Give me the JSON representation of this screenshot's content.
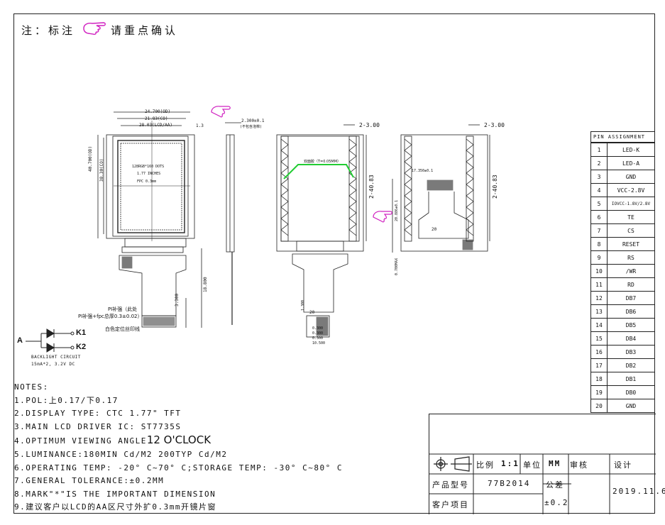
{
  "header": {
    "prefix": "注：标注",
    "suffix": "请重点确认"
  },
  "front_view": {
    "dim_top1": "24.700(OD)",
    "dim_top2": "21.83(CO)",
    "dim_top3": "28.03(LCD/AA)",
    "dim_side": "1.3",
    "left_dim1": "40.700(OD)",
    "left_dim2": "38.30(CO)",
    "inner_line1": "128RGB*160 DOTS",
    "inner_line2": "1.77 INCHES",
    "inner_line3": "FPC 0.3mm",
    "fpc_dim": "18.800",
    "fpc_dim2": "3.300",
    "note_pi": "PI补强（此处",
    "note_pi2": "PI补强+fpc总厚0.3±0.02）",
    "note_white": "白色定位丝印线"
  },
  "side_view": {
    "thickness": "2.300±0.1",
    "thickness_note": "(不包含泡棉)"
  },
  "back_view": {
    "dim": "2-3.00",
    "height": "2-40.83",
    "foam_label": "双面胶（T=0.05MM）",
    "fpc_w": "20",
    "pin_dims": [
      "0.300",
      "0.300",
      "0.300",
      "10.500"
    ],
    "fpc_left": "1.300"
  },
  "back_view2": {
    "dim": "2-3.00",
    "height": "2-40.83",
    "ic_dim": "17.350±0.1",
    "fpc_w": "20",
    "small_dim": "20.886±0.1",
    "bottom_dim": "0.700MAX"
  },
  "backlight": {
    "anode": "A",
    "k1": "K1",
    "k2": "K2",
    "title": "BACKLIGHT CIRCUIT",
    "spec": "15mA*2, 3.2V DC"
  },
  "pin_assignment": {
    "title": "PIN ASSIGNMENT",
    "pins": [
      {
        "n": "1",
        "name": "LED-K"
      },
      {
        "n": "2",
        "name": "LED-A"
      },
      {
        "n": "3",
        "name": "GND"
      },
      {
        "n": "4",
        "name": "VCC-2.8V"
      },
      {
        "n": "5",
        "name": "IOVCC-1.8V/2.8V"
      },
      {
        "n": "6",
        "name": "TE"
      },
      {
        "n": "7",
        "name": "CS"
      },
      {
        "n": "8",
        "name": "RESET"
      },
      {
        "n": "9",
        "name": "RS"
      },
      {
        "n": "10",
        "name": "/WR"
      },
      {
        "n": "11",
        "name": "RD"
      },
      {
        "n": "12",
        "name": "DB7"
      },
      {
        "n": "13",
        "name": "DB6"
      },
      {
        "n": "14",
        "name": "DB5"
      },
      {
        "n": "15",
        "name": "DB4"
      },
      {
        "n": "16",
        "name": "DB3"
      },
      {
        "n": "17",
        "name": "DB2"
      },
      {
        "n": "18",
        "name": "DB1"
      },
      {
        "n": "19",
        "name": "DB0"
      },
      {
        "n": "20",
        "name": "GND"
      }
    ]
  },
  "notes": {
    "title": "NOTES:",
    "lines": [
      "1.POL:上0.17/下0.17",
      "2.DISPLAY TYPE:  CTC 1.77\" TFT",
      "3.MAIN LCD DRIVER IC: ST7735S",
      "4.OPTIMUM VIEWING ANGLE",
      "5.LUMINANCE:180MIN Cd/M2 200TYP Cd/M2",
      "6.OPERATING TEMP: -20° C~70° C;STORAGE TEMP: -30° C~80° C",
      "7.GENERAL TOLERANCE:±0.2MM",
      "8.MARK\"*\"IS THE IMPORTANT DIMENSION",
      "9.建议客户以LCD的AA区尺寸外扩0.3mm开镜片窗"
    ],
    "viewing_angle": "12 O'CLOCK"
  },
  "title_block": {
    "scale_label": "比例",
    "scale_value": "1:1",
    "unit_label": "单位",
    "unit_value": "MM",
    "review_label": "审核",
    "design_label": "设计",
    "model_label": "产品型号",
    "model_value": "77B2014",
    "tolerance_label": "公差",
    "tolerance_value": "±0.2",
    "customer_label": "客户项目",
    "date_value": "2019.11.6"
  }
}
